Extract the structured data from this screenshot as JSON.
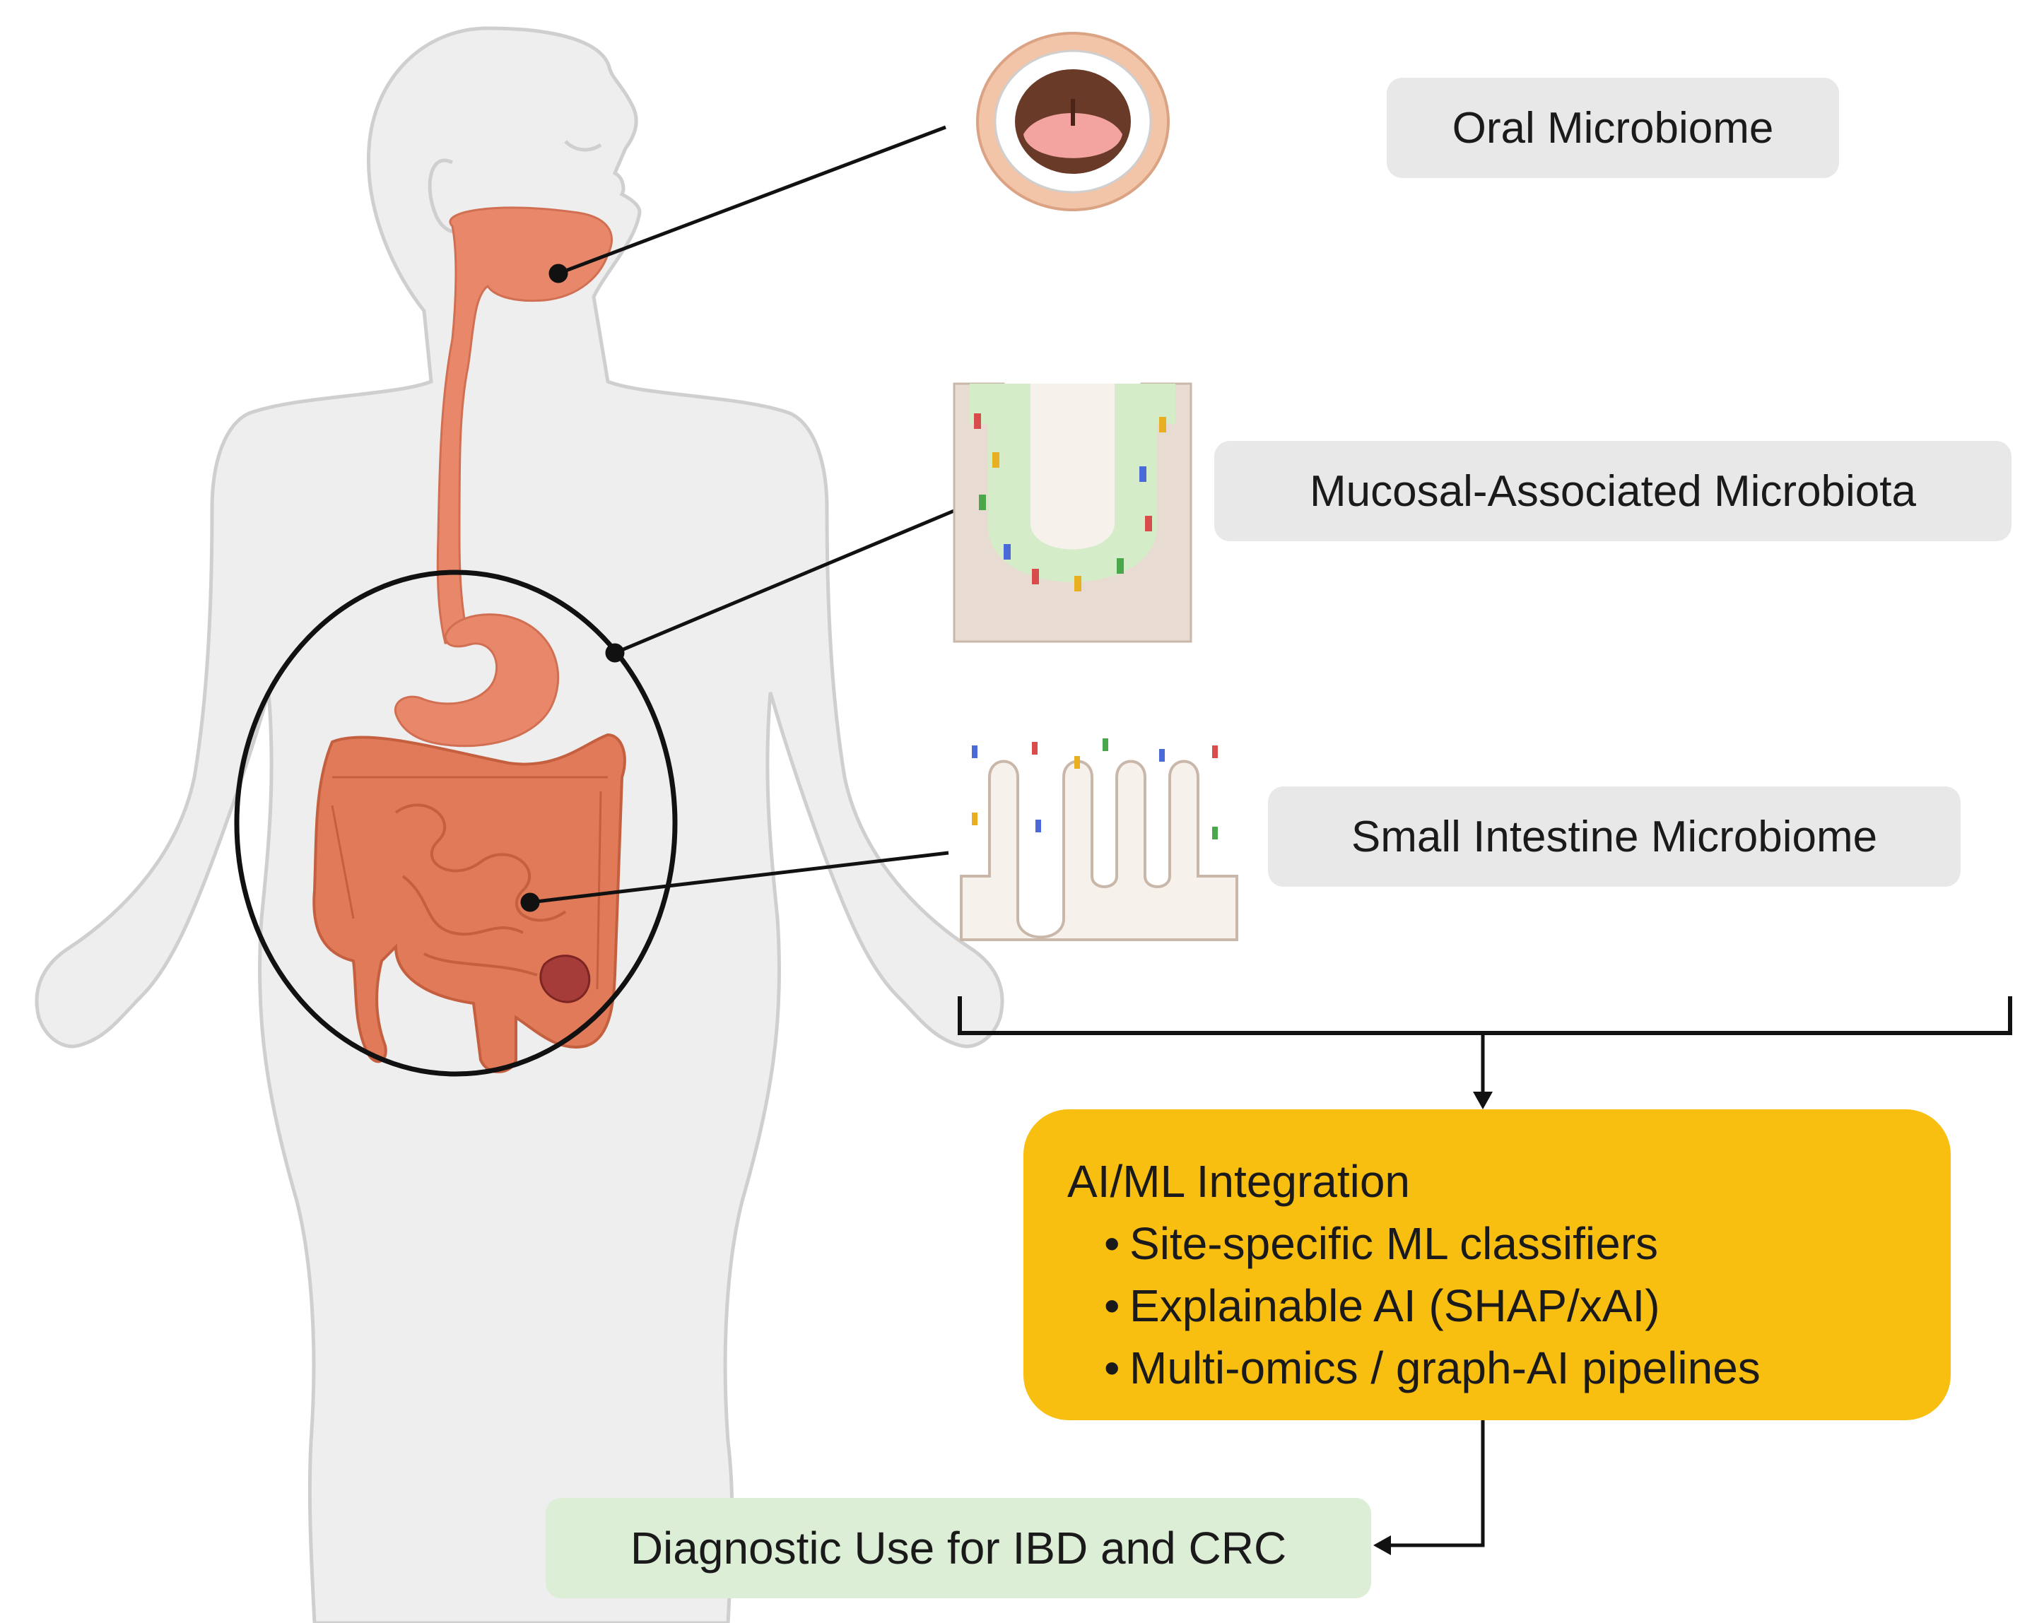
{
  "sites": {
    "oral": "Oral Microbiome",
    "mucosal": "Mucosal-Associated Microbiota",
    "small_intestine": "Small Intestine Microbiome"
  },
  "integration": {
    "title": "AI/ML Integration",
    "bullets": [
      "Site-specific ML classifiers",
      "Explainable AI (SHAP/xAI)",
      "Multi-omics / graph-AI pipelines"
    ]
  },
  "outcome": "Diagnostic Use for IBD and CRC",
  "colors": {
    "label_box": "#e8e8e8",
    "integration_box": "#f8be10",
    "outcome_box": "#dcefd6",
    "digestive_tract": "#e8876a",
    "body_silhouette": "#eeeeee",
    "mucus_layer": "#d4ecc8",
    "tumor": "#a63c3a"
  },
  "icons": [
    "body-silhouette-icon",
    "mouth-icon",
    "mucosal-crypt-icon",
    "intestinal-villi-icon"
  ]
}
